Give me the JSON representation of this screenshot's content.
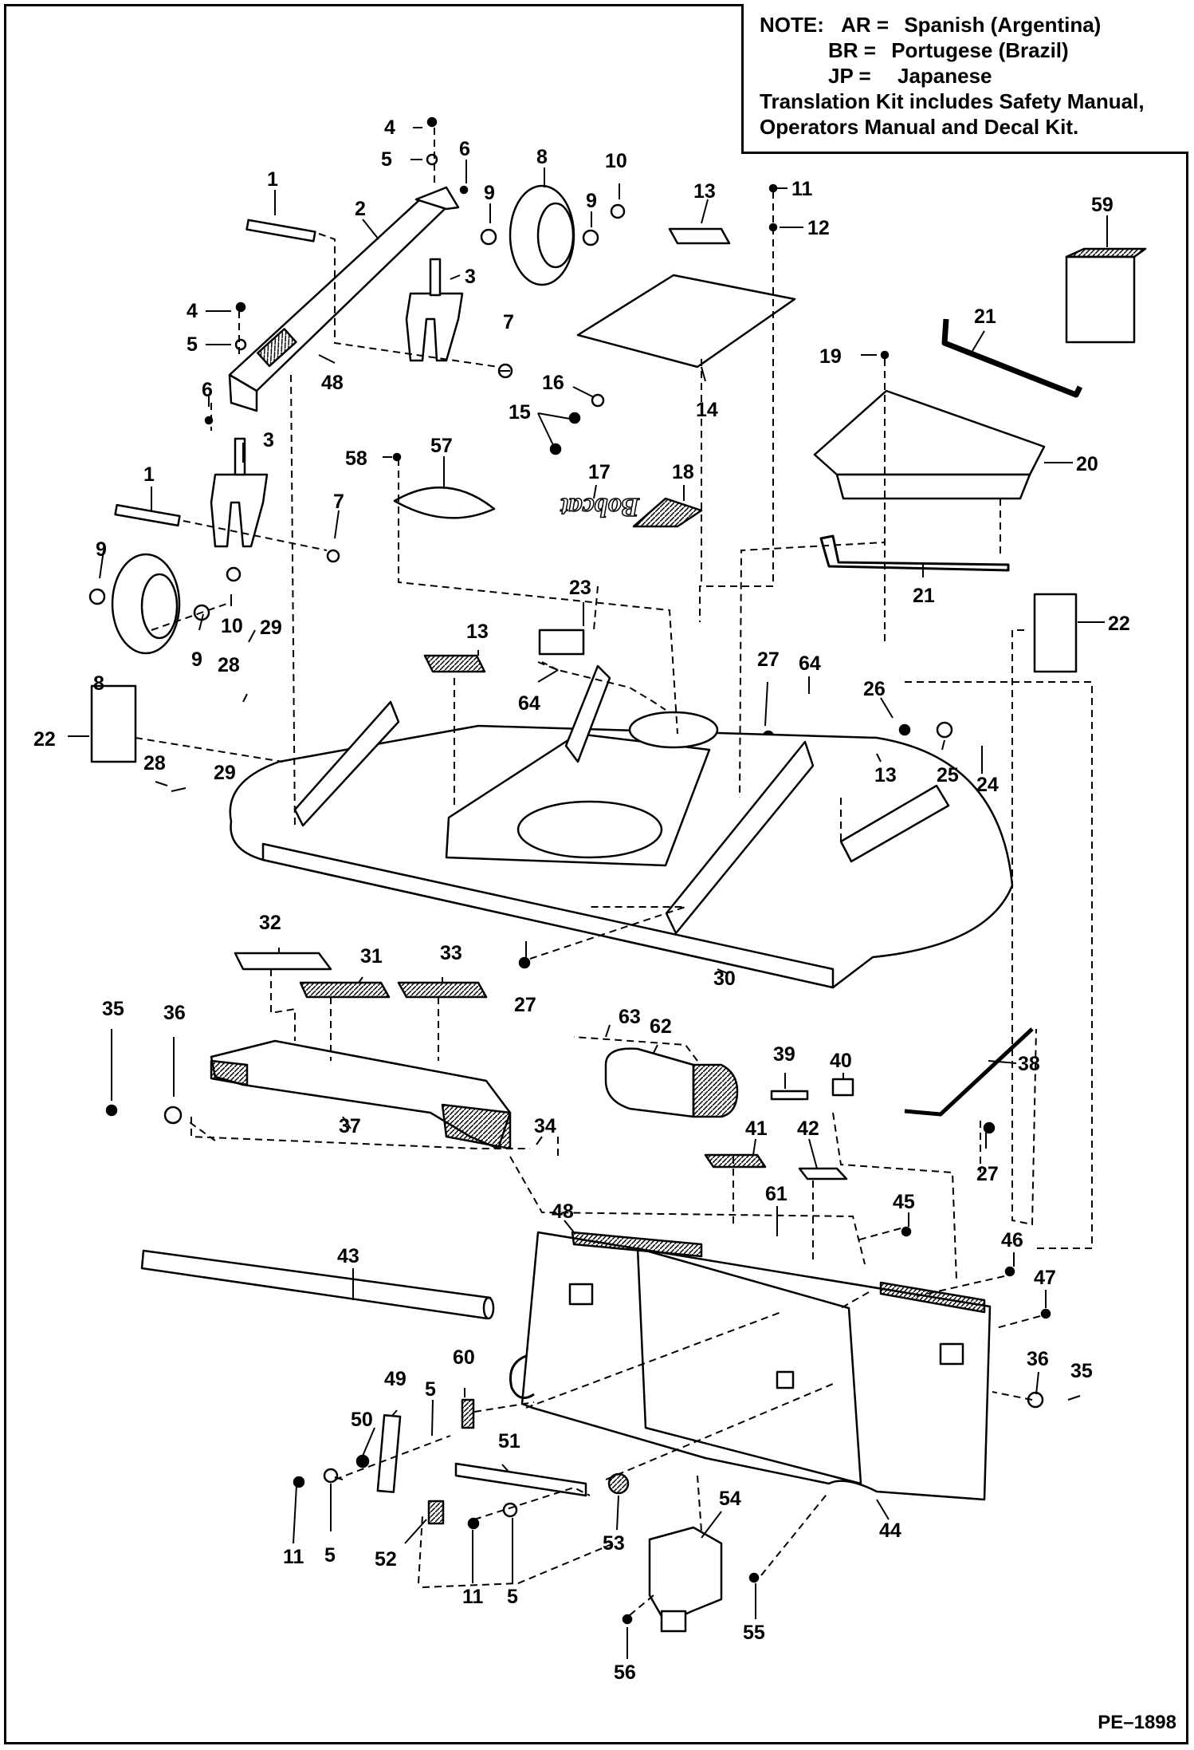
{
  "note": {
    "heading": "NOTE:",
    "codes": [
      {
        "code": "AR =",
        "language": "Spanish (Argentina)"
      },
      {
        "code": "BR =",
        "language": "Portugese (Brazil)"
      },
      {
        "code": "JP =",
        "language": "Japanese"
      }
    ],
    "line1": "Translation Kit includes Safety Manual,",
    "line2": "Operators Manual and Decal Kit."
  },
  "decal_text": "Bobcat",
  "figure_id": "PE–1898",
  "callouts": [
    "1",
    "2",
    "3",
    "4",
    "5",
    "6",
    "7",
    "8",
    "9",
    "10",
    "11",
    "12",
    "13",
    "14",
    "15",
    "16",
    "17",
    "18",
    "19",
    "20",
    "21",
    "22",
    "23",
    "24",
    "25",
    "26",
    "27",
    "28",
    "29",
    "30",
    "31",
    "32",
    "33",
    "34",
    "35",
    "36",
    "37",
    "38",
    "39",
    "40",
    "41",
    "42",
    "43",
    "44",
    "45",
    "46",
    "47",
    "48",
    "49",
    "50",
    "51",
    "52",
    "53",
    "54",
    "55",
    "56",
    "57",
    "58",
    "59",
    "60",
    "61",
    "62",
    "63",
    "64"
  ]
}
